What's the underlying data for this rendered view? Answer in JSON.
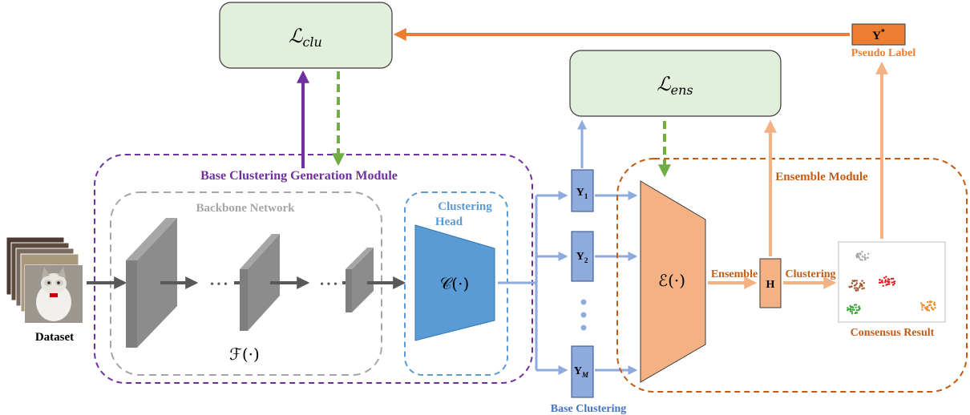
{
  "losses": {
    "clu": {
      "main": "ℒ",
      "sub": "clu"
    },
    "ens": {
      "main": "ℒ",
      "sub": "ens"
    }
  },
  "pseudo_label": {
    "symbol": "Y",
    "sup": "*",
    "caption": "Pseudo Label"
  },
  "modules": {
    "base_generation": "Base Clustering Generation Module",
    "backbone": "Backbone Network",
    "clustering_head_line1": "Clustering",
    "clustering_head_line2": "Head",
    "ensemble_module": "Ensemble Module"
  },
  "functions": {
    "backbone": "ℱ(·)",
    "head": "𝒞(·)",
    "ensemble": "ℰ(·)"
  },
  "dataset_label": "Dataset",
  "ellipsis": "• • •",
  "base_clusterings": {
    "caption": "Base Clustering",
    "items": [
      {
        "main": "Y",
        "sub": "1"
      },
      {
        "main": "Y",
        "sub": "2"
      },
      {
        "main": "Y",
        "sub": "M"
      }
    ]
  },
  "edge_labels": {
    "ensemble": "Ensemble",
    "clustering": "Clustering"
  },
  "matrix_label": "H",
  "consensus_caption": "Consensus Result",
  "colors": {
    "purple": "#7030a0",
    "green_dash": "#70ad47",
    "orange": "#ed7d31",
    "light_orange": "#f4b183",
    "blue_arrow": "#8faadc",
    "brown_text": "#c55a11",
    "blue_text": "#4472c4",
    "loss_fill": "#e2efda",
    "head_fill": "#5b9bd5",
    "base_fill": "#8faadc"
  }
}
